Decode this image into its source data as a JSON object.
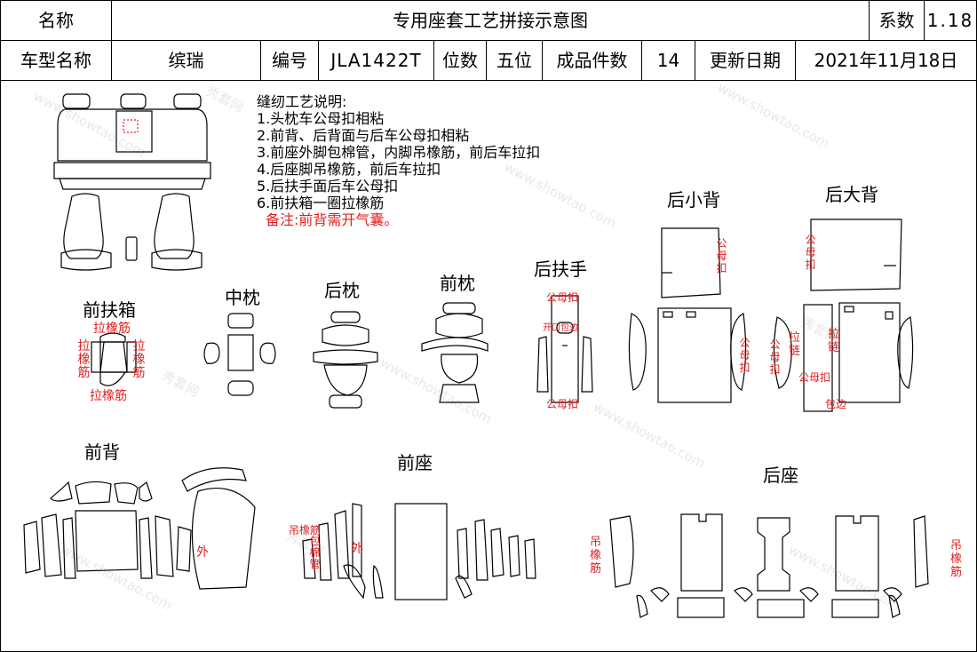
{
  "header": {
    "name_label": "名称",
    "title": "专用座套工艺拼接示意图",
    "coef_label": "系数",
    "coef_value": "1.18",
    "model_label": "车型名称",
    "model_value": "缤瑞",
    "code_label": "编号",
    "code_value": "JLA1422T",
    "seats_label": "位数",
    "seats_value": "五位",
    "pieces_label": "成品件数",
    "pieces_value": "14",
    "date_label": "更新日期",
    "date_value": "2021年11月18日"
  },
  "notes": {
    "title": "缝纫工艺说明:",
    "items": [
      "1.头枕车公母扣相粘",
      "2.前背、后背面与后车公母扣相粘",
      "3.前座外脚包棉管，内脚吊橡筋，前后车拉扣",
      "4.后座脚吊橡筋，前后车拉扣",
      "5.后扶手面后车公母扣",
      "6.前扶箱一圈拉橡筋"
    ],
    "remark": "备注:前背需开气囊。"
  },
  "sections": {
    "front_armrest": "前扶箱",
    "middle_pillow": "中枕",
    "rear_pillow": "后枕",
    "front_pillow": "前枕",
    "rear_armrest": "后扶手",
    "rear_small_back": "后小背",
    "rear_big_back": "后大背",
    "front_back": "前背",
    "front_seat": "前座",
    "rear_seat": "后座"
  },
  "annotations": {
    "pull_elastic": "拉橡筋",
    "snap": "公母扣",
    "open_edge": "开口包边",
    "pull_chain": "拉链",
    "edge_wrap": "包边",
    "outer": "外",
    "hang_elastic": "吊橡筋",
    "wrap_cotton": "包棉管"
  },
  "watermark": {
    "text_a": "秀套网",
    "text_b": "www.showtao.com"
  }
}
